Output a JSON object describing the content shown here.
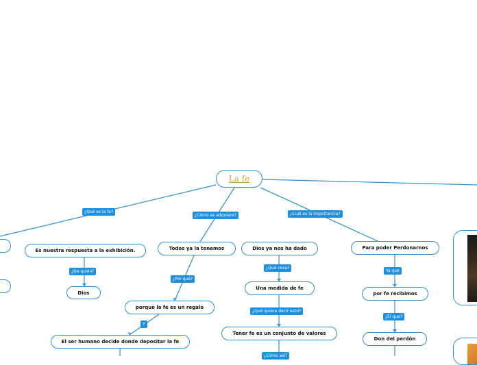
{
  "map": {
    "title": "La fe",
    "branches": {
      "que_es": {
        "question": "¿Qué es la fe?",
        "answer": "Es nuestra respuesta a la exhibición.",
        "sub_question": "¿De quién?",
        "sub_answer": "Dios"
      },
      "como": {
        "question": "¿Cómo se adquiere?",
        "answer": "Todos ya la tenemos",
        "sub_question": "¿Por qué?",
        "sub_answer": "porque la fe es un regalo",
        "sub_question_2": "Y",
        "sub_answer_2": "El ser humano decide donde depositar la fe"
      },
      "dado": {
        "answer": "Dios ya nos ha dado",
        "sub_question": "¿Qué cosa?",
        "sub_answer": "Una medida de fe",
        "sub_question_2": "¿Qué quiere decir esto?",
        "sub_answer_2": "Tener fe es un conjunto de valores",
        "sub_question_3": "¿Cómo así?"
      },
      "importancia": {
        "question": "¿Cuál es la importancia?",
        "answer": "Para poder Perdonarnos",
        "sub_question": "Ya que",
        "sub_answer": "por fe recibimos",
        "sub_question_2": "¿El que?",
        "sub_answer_2": "Don del perdón"
      }
    }
  }
}
